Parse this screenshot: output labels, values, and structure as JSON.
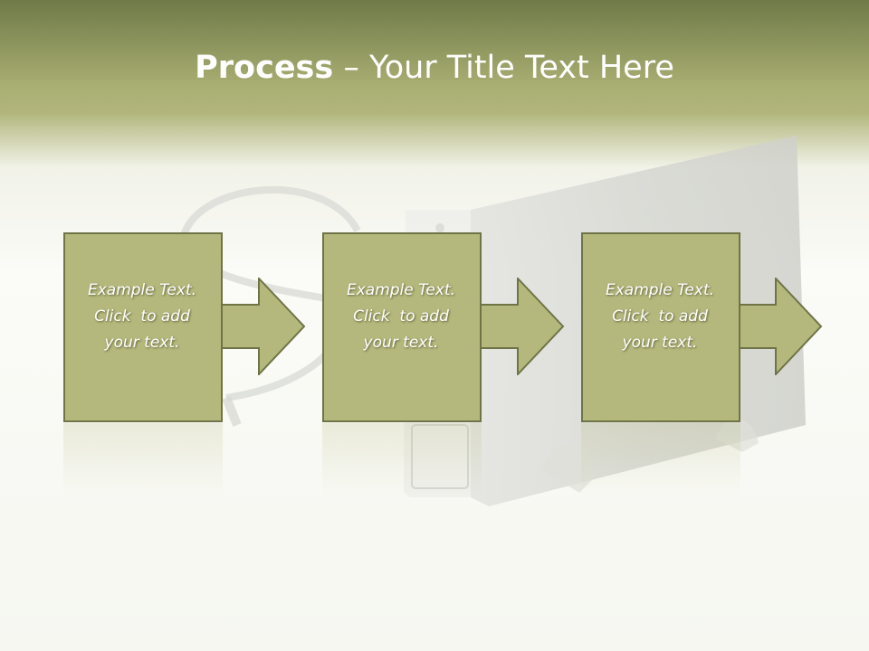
{
  "title": {
    "bold": "Process",
    "rest": " – Your Title Text Here"
  },
  "steps": [
    {
      "line1": "Example Text.",
      "line2": "Click  to add",
      "line3": "your text."
    },
    {
      "line1": "Example Text.",
      "line2": "Click  to add",
      "line3": "your text."
    },
    {
      "line1": "Example Text.",
      "line2": "Click  to add",
      "line3": "your text."
    }
  ],
  "colors": {
    "box_fill": "#b5b87c",
    "box_border": "#6f7447",
    "header": "#8a9258"
  }
}
